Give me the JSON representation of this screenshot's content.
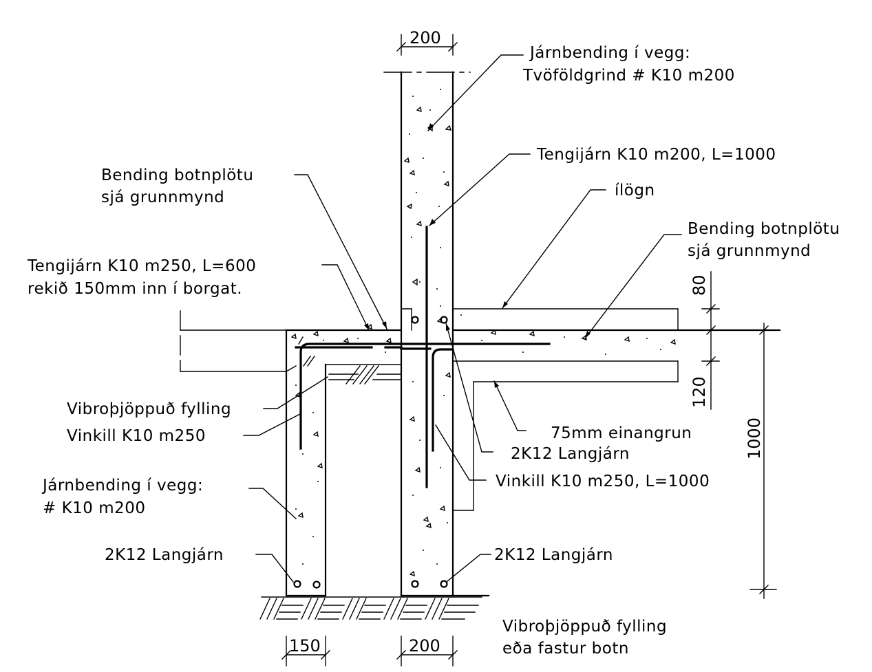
{
  "labels": {
    "wall_rebar_title": "Járnbending í vegg:",
    "wall_rebar_spec": "Tvöföldgrind # K10 m200",
    "tie_bar_top": "Tengijárn K10 m200, L=1000",
    "slab_rebar_left_1": "Bending botnplötu",
    "slab_rebar_left_2": "sjá grunnmynd",
    "ilogn": "ílögn",
    "slab_rebar_right_1": "Bending botnplötu",
    "slab_rebar_right_2": "sjá grunnmynd",
    "tie_bar_left_1": "Tengijárn K10 m250, L=600",
    "tie_bar_left_2": "rekið 150mm inn í borgat.",
    "vibro_fill": "Vibroþjöppuð fylling",
    "angle_bar": "Vinkill K10 m250",
    "insulation": "75mm einangrun",
    "long_bar_mid": "2K12 Langjárn",
    "angle_bar_long": "Vinkill K10 m250, L=1000",
    "wall_rebar_small_1": "Járnbending í vegg:",
    "wall_rebar_small_2": "# K10 m200",
    "long_bar_left": "2K12 Langjárn",
    "long_bar_right": "2K12 Langjárn",
    "base_fill_1": "Vibroþjöppuð fylling",
    "base_fill_2": "eða fastur botn"
  },
  "dimensions": {
    "wall_top_width": "200",
    "topping_height": "80",
    "slab_height": "120",
    "footing_depth": "1000",
    "left_wall_width": "150",
    "main_wall_width": "200"
  }
}
